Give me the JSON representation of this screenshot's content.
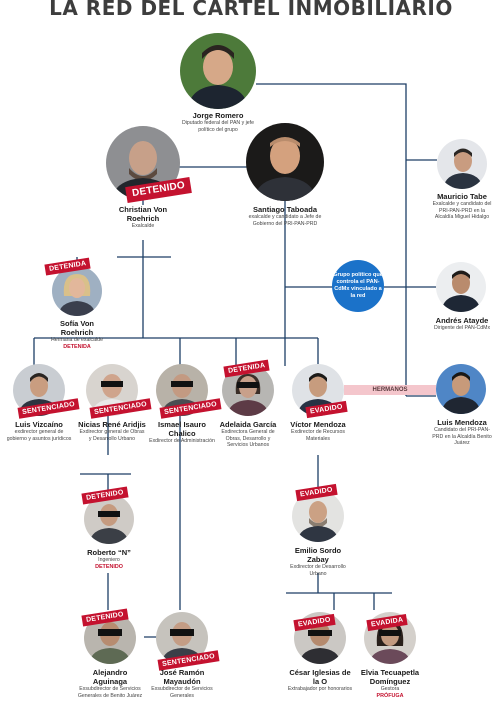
{
  "title": "LA RED DEL CARTEL INMOBILIARIO",
  "colors": {
    "line": "#1d3f66",
    "badge": "#c4122f",
    "bubble": "#1b72c9",
    "hermanos": "#f4c6cc"
  },
  "bubble": {
    "text": "Grupo político que controla el PAN-CdMx vinculado a la red"
  },
  "hermanos": "HERMANOS",
  "people": {
    "romero": {
      "name": "Jorge Romero",
      "desc": "Diputado federal del PAN y jefe político del grupo",
      "badge": "",
      "status": ""
    },
    "tabe": {
      "name": "Mauricio Tabe",
      "desc": "Exalcalde y candidato del PRI-PAN-PRD en la Alcaldía Miguel Hidalgo",
      "badge": "",
      "status": ""
    },
    "roehrich": {
      "name": "Christian Von Roehrich",
      "desc": "Exalcalde",
      "badge": "DETENIDO",
      "status": ""
    },
    "taboada": {
      "name": "Santiago Taboada",
      "desc": "exalcalde y candidato a Jefe de Gobierno del PRI-PAN-PRD",
      "badge": "",
      "status": ""
    },
    "ataydel": {
      "name": "Andrés Atayde",
      "desc": "Dirigente del PAN-CdMx",
      "badge": "",
      "status": ""
    },
    "sofia": {
      "name": "Sofía Von Roehrich",
      "desc": "Hermana de exalcalde",
      "badge": "DETENIDA",
      "status": "DETENIDA"
    },
    "mendoza_l": {
      "name": "Luis Mendoza",
      "desc": "Candidato del PRI-PAN-PRD en la Alcaldía Benito Juárez",
      "badge": "",
      "status": ""
    },
    "vizcaino": {
      "name": "Luis Vizcaíno",
      "desc": "exdirector general de gobierno y asuntos jurídicos",
      "badge": "SENTENCIADO",
      "status": ""
    },
    "aridjis": {
      "name": "Nicias René Aridjis",
      "desc": "Exdirector general de Obras y Desarrollo Urbano",
      "badge": "SENTENCIADO",
      "status": ""
    },
    "chalico": {
      "name": "Ismael Isauro Chalico",
      "desc": "Exdirector de Administración",
      "badge": "SENTENCIADO",
      "status": ""
    },
    "garcia": {
      "name": "Adelaida García",
      "desc": "Exdirectora General de Obras, Desarrollo y Servicios Urbanos",
      "badge": "DETENIDA",
      "status": ""
    },
    "mendoza_v": {
      "name": "Víctor Mendoza",
      "desc": "Exdirector de Recursos Materiales",
      "badge": "EVADIDO",
      "status": ""
    },
    "roberto": {
      "name": "Roberto “N”",
      "desc": "Ingeniero",
      "badge": "DETENIDO",
      "status": "DETENIDO"
    },
    "sordo": {
      "name": "Emilio Sordo Zabay",
      "desc": "Exdirector de Desarrollo Urbano",
      "badge": "EVADIDO",
      "status": ""
    },
    "aguinaga": {
      "name": "Alejandro Aguinaga",
      "desc": "Exsubdirector de Servicios Generales de Benito Juárez",
      "badge": "DETENIDO",
      "status": ""
    },
    "mayaudon": {
      "name": "José Ramón Mayaudón",
      "desc": "Exsubdirector de Servicios Generales",
      "badge": "SENTENCIADO",
      "status": ""
    },
    "iglesias": {
      "name": "César Iglesias de la O",
      "desc": "Extrabajador por honorarios",
      "badge": "EVADIDO",
      "status": ""
    },
    "tecuapetla": {
      "name": "Elvia Tecuapetla Domínguez",
      "desc": "Gestora",
      "badge": "EVADIDA",
      "status": "PRÓFUGA"
    }
  }
}
